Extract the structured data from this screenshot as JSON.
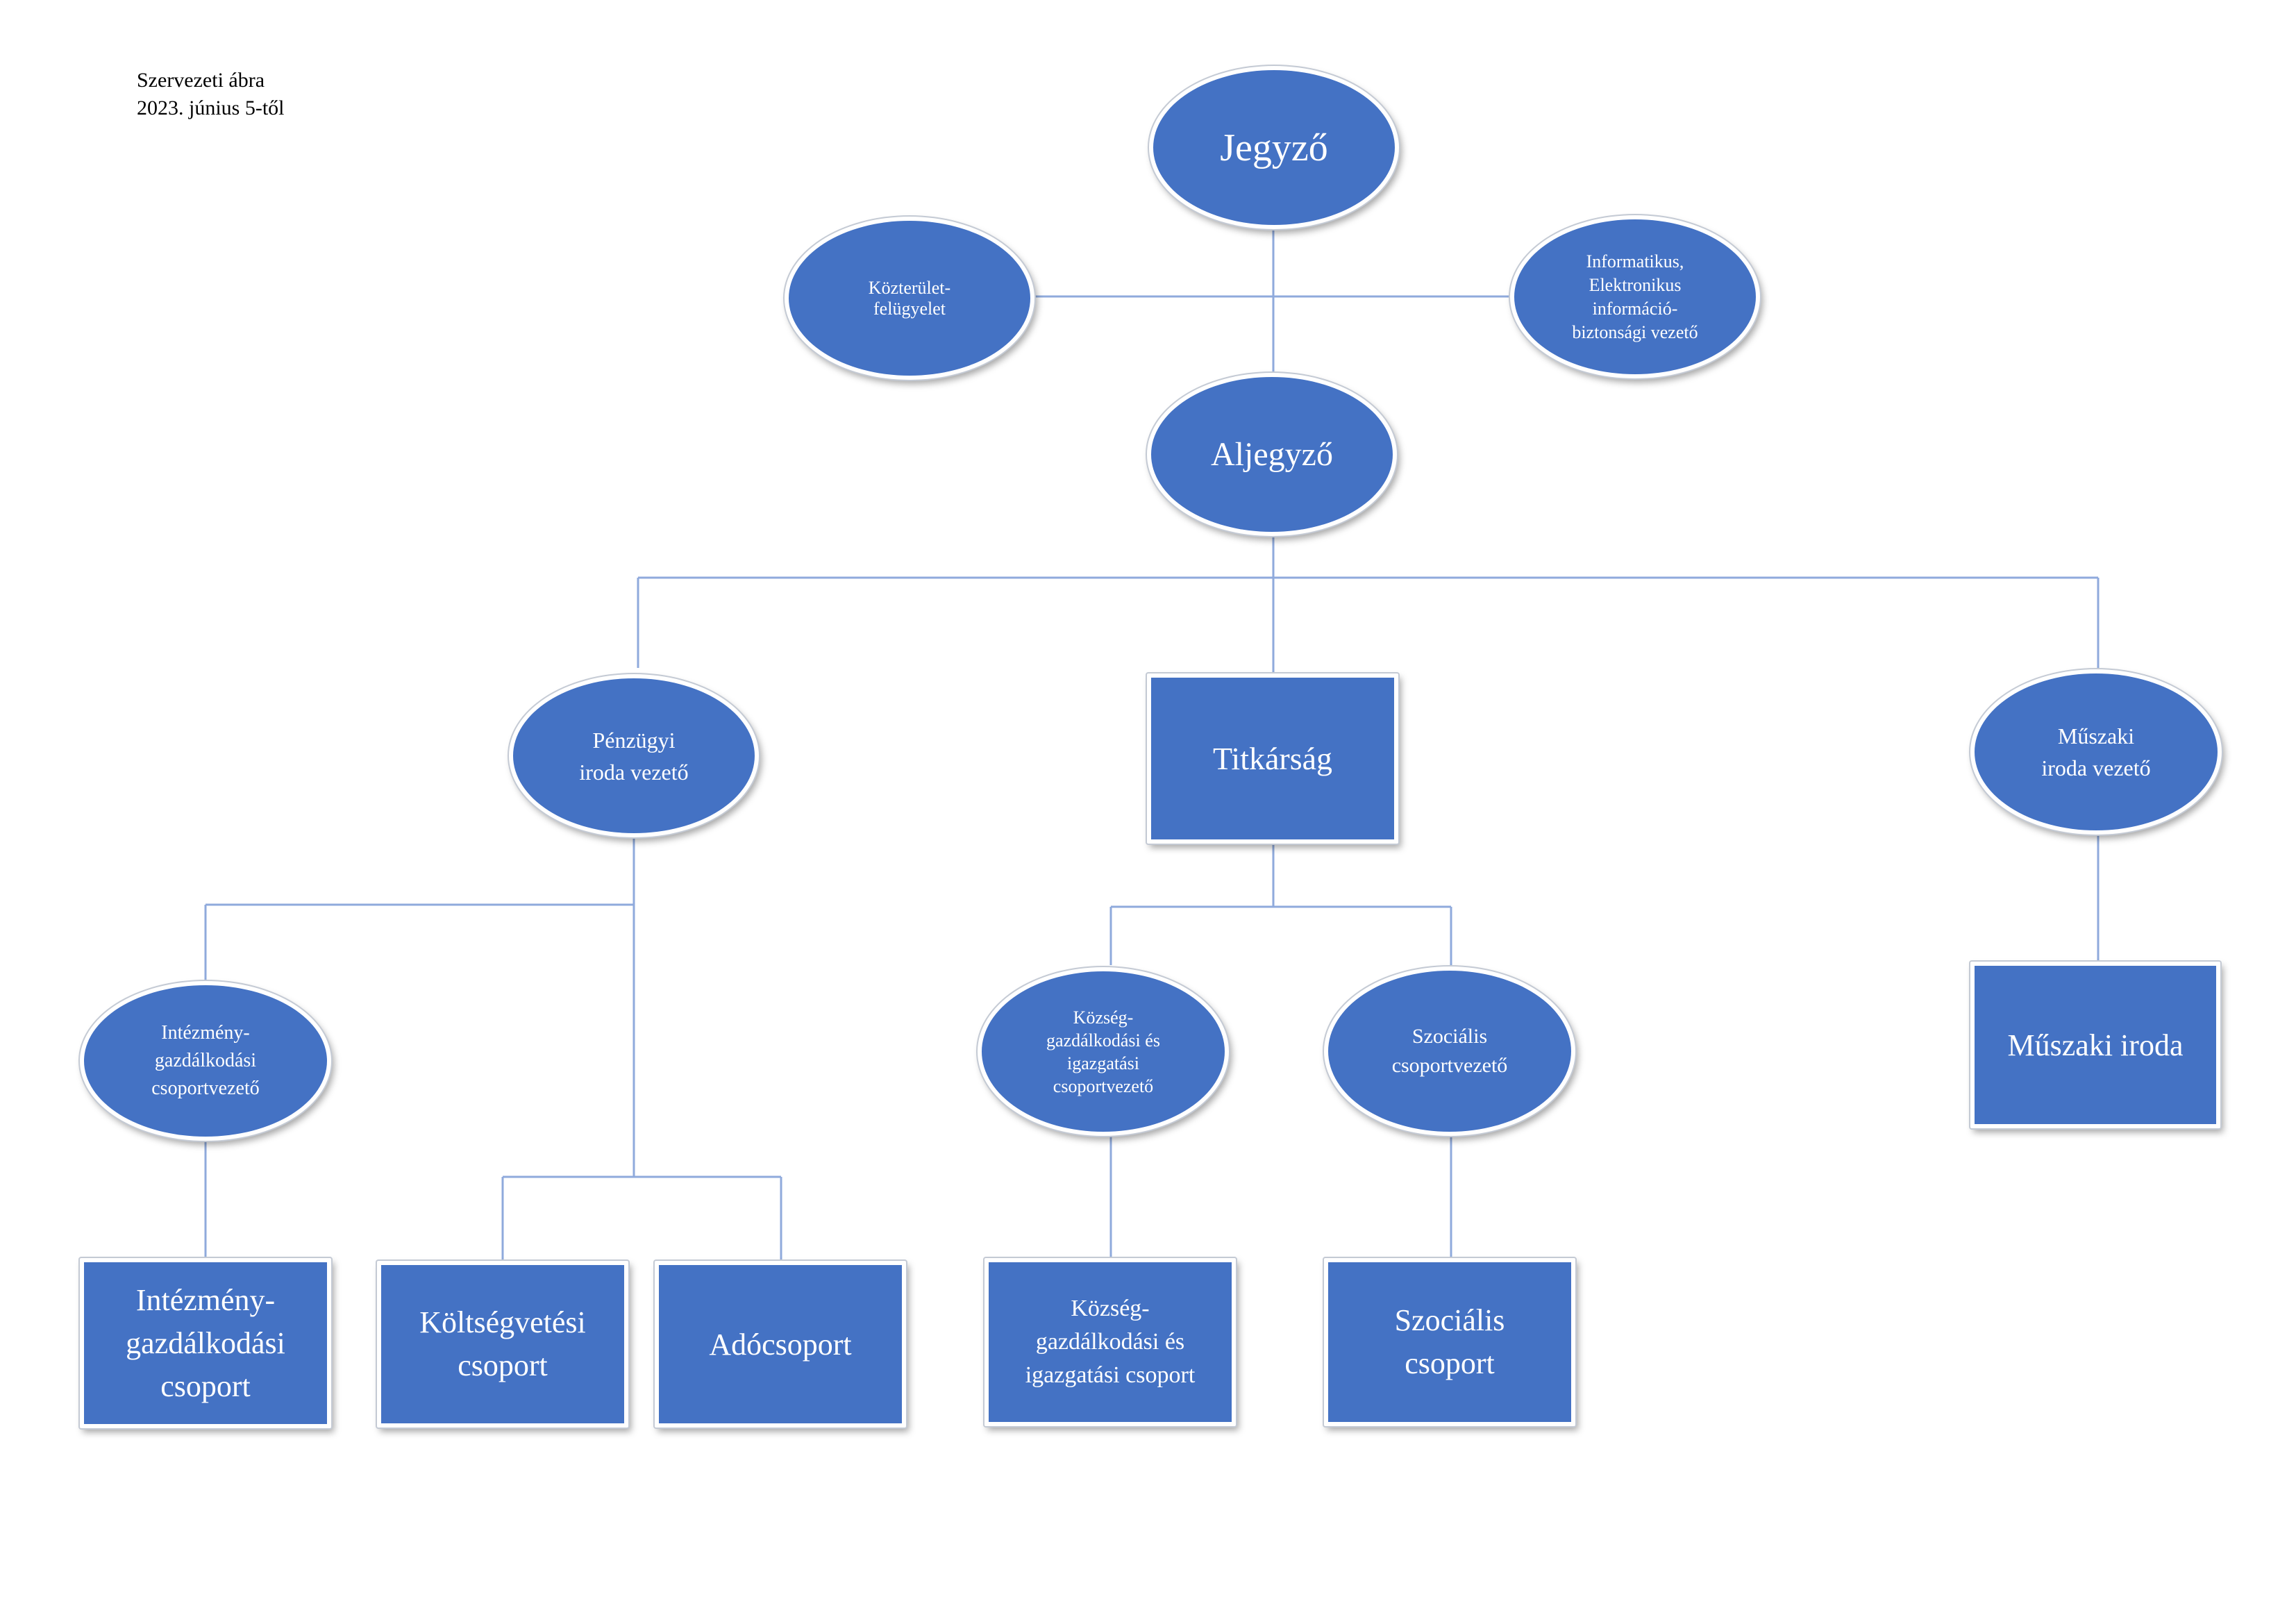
{
  "header": {
    "line1": "Szervezeti ábra",
    "line2": "2023. június 5-től"
  },
  "nodes": {
    "jegyzo": "Jegyző",
    "kozterulet": "Közterület-\nfelügyelet",
    "informatikus": "Informatikus,\nElektronikus\ninformáció-\nbiztonsági vezető",
    "aljegyzo": "Aljegyző",
    "penzugyi": "Pénzügyi\niroda vezető",
    "titkarsag": "Titkárság",
    "muszaki_vezeto": "Műszaki\niroda vezető",
    "intezmeny_vezeto": "Intézmény-\ngazdálkodási\ncsoportvezető",
    "kozseg_vezeto": "Község-\ngazdálkodási és\nigazgatási\ncsoportvezető",
    "szocialis_vezeto": "Szociális\ncsoportvezető",
    "muszaki_iroda": "Műszaki iroda",
    "intezmeny_csoport": "Intézmény-\ngazdálkodási\ncsoport",
    "koltsegvetesi": "Költségvetési\ncsoport",
    "adocsoport": "Adócsoport",
    "kozseg_csoport": "Község-\ngazdálkodási és\nigazgatási  csoport",
    "szocialis_csoport": "Szociális\ncsoport"
  },
  "colors": {
    "node_fill": "#4472c4",
    "connector": "#8faadc"
  }
}
